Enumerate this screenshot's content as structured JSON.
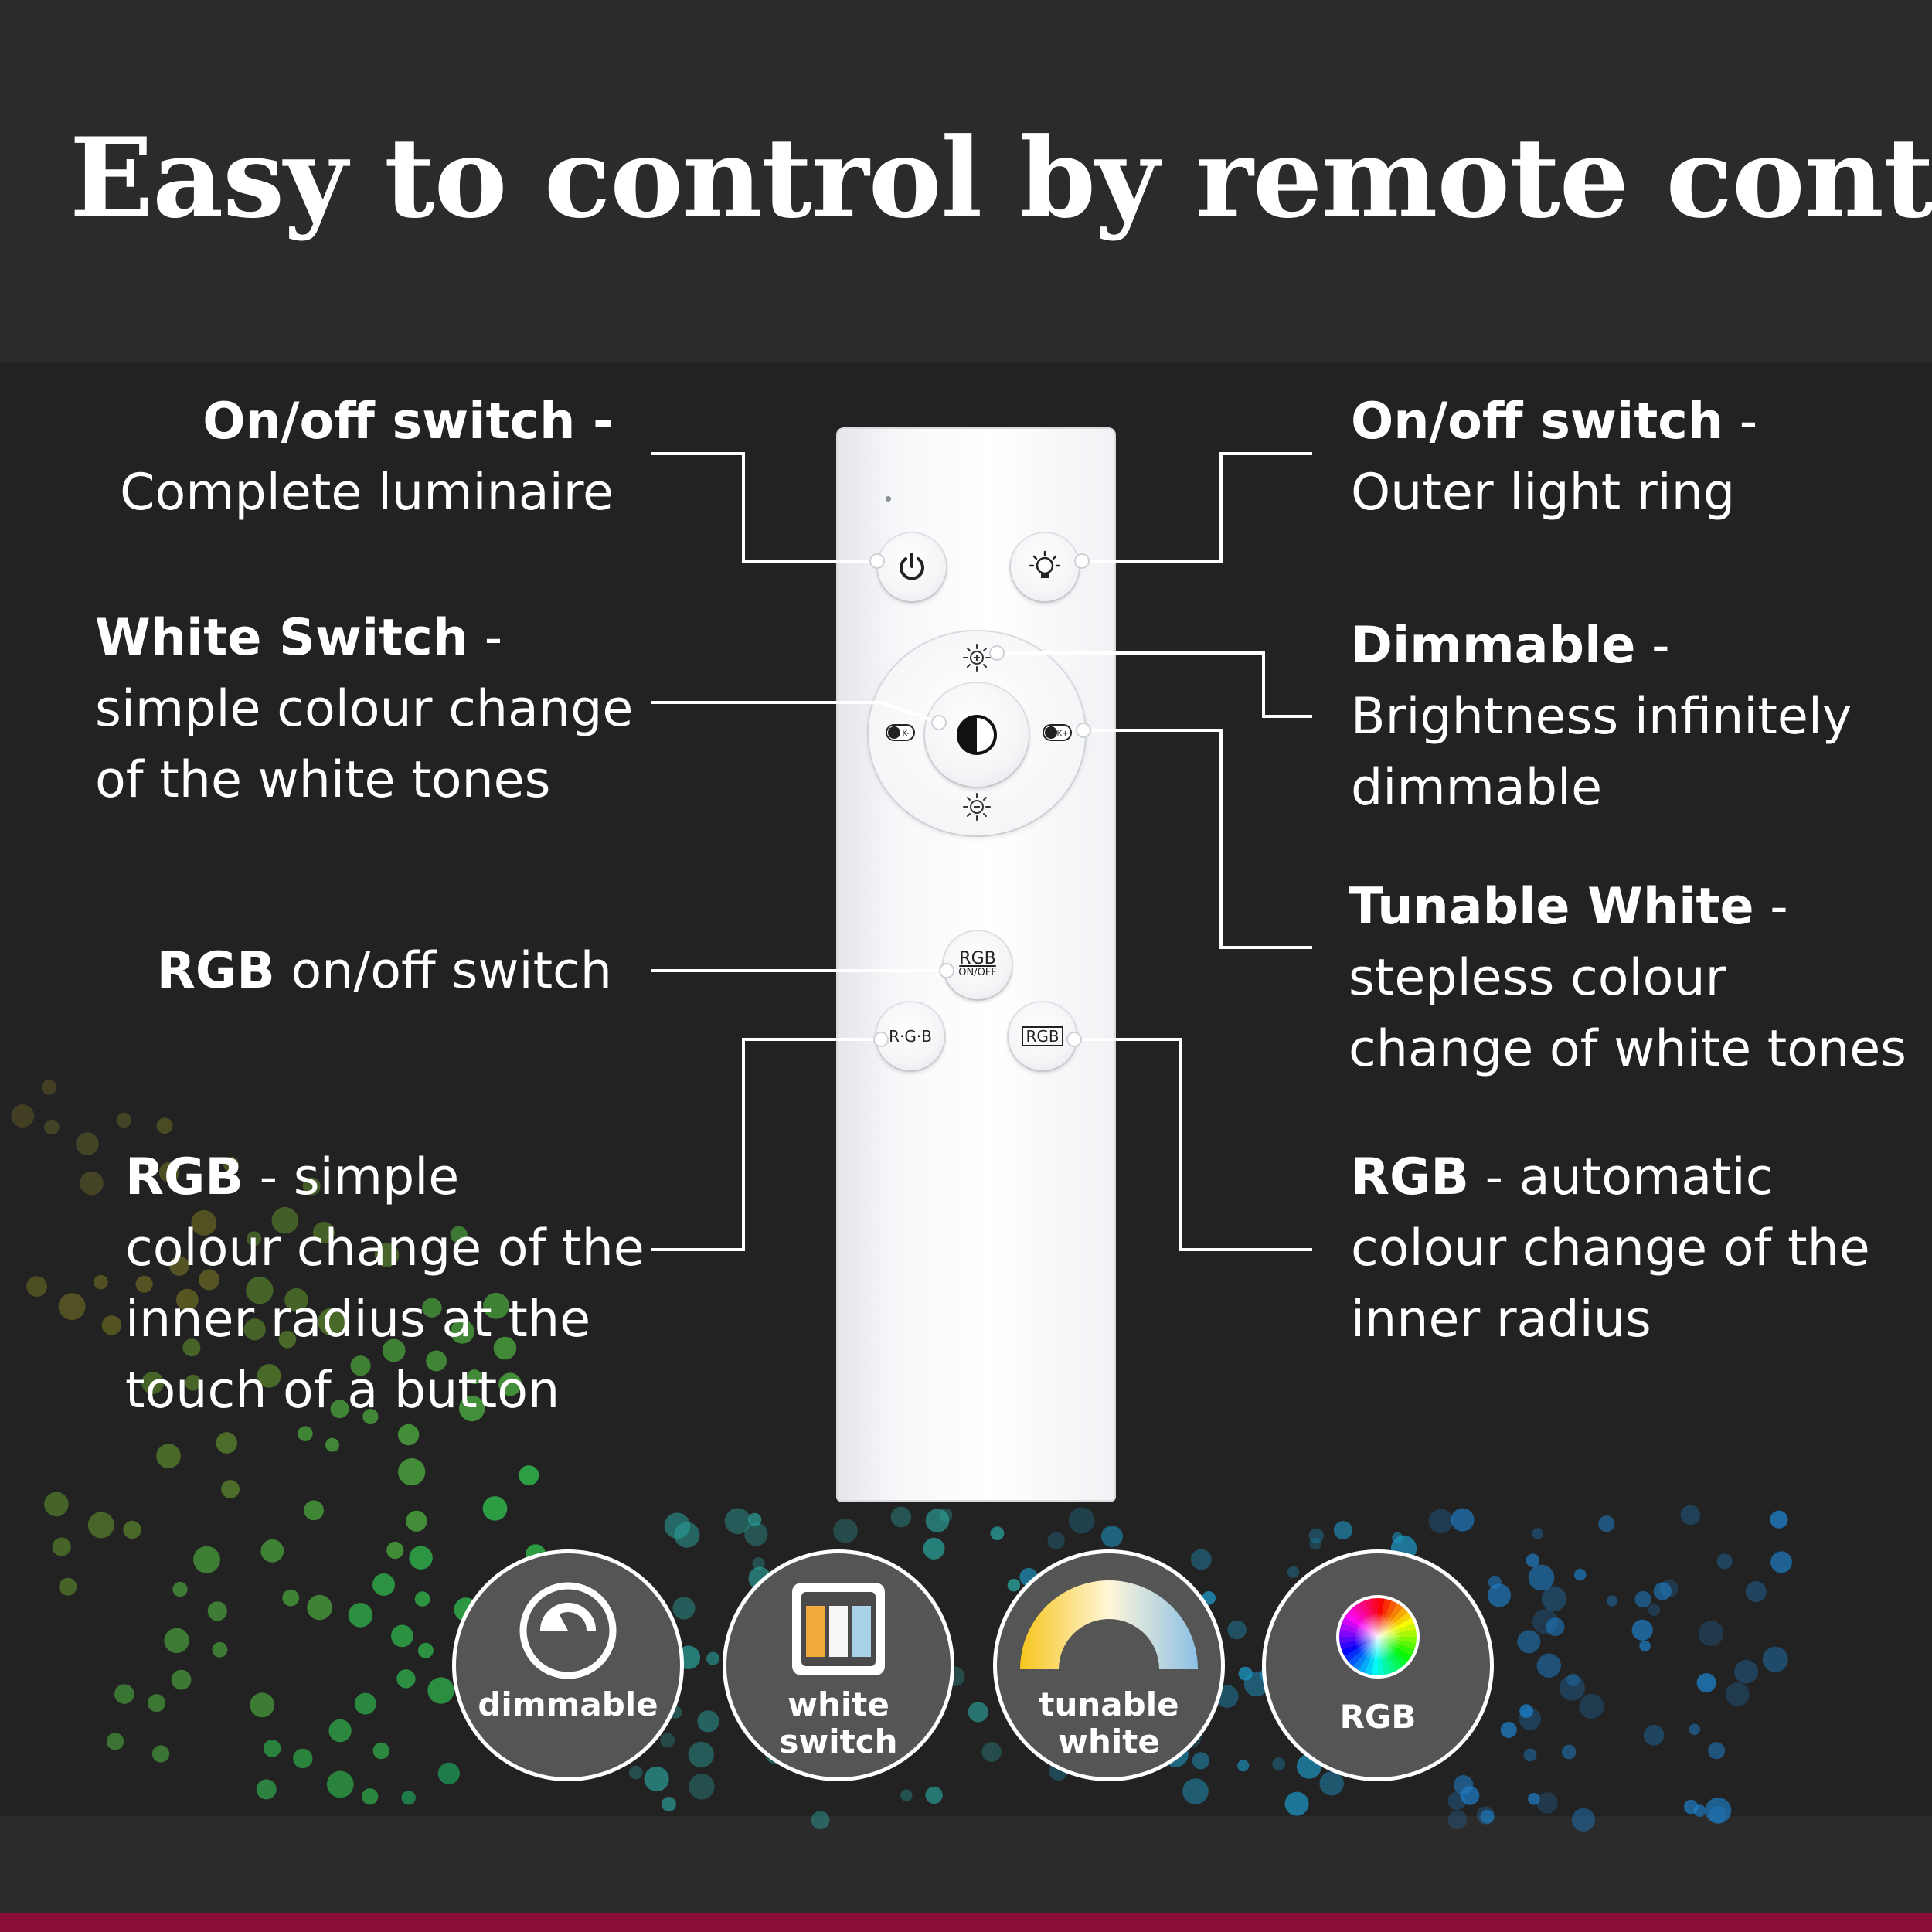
{
  "title": "Easy to control by remote control",
  "labels": {
    "onoff_complete": {
      "bold": "On/off switch -",
      "text": "Complete luminaire"
    },
    "onoff_ring": {
      "bold": "On/off switch",
      "suffix": " -",
      "text": "Outer light ring"
    },
    "white_switch": {
      "bold": "White Switch",
      "suffix": " -",
      "lines": [
        "simple colour change",
        "of the white tones"
      ]
    },
    "dimmable": {
      "bold": "Dimmable",
      "suffix": " -",
      "lines": [
        "Brightness infinitely",
        "dimmable"
      ]
    },
    "tunable_white": {
      "bold": "Tunable White",
      "suffix": " -",
      "lines": [
        "stepless colour",
        "change of white tones"
      ]
    },
    "rgb_onoff": {
      "bold": "RGB",
      "text": " on/off switch"
    },
    "rgb_simple": {
      "bold": "RGB",
      "suffix": " - simple",
      "lines": [
        "colour change of the",
        "inner radius at the",
        "touch of a button"
      ]
    },
    "rgb_auto": {
      "bold": "RGB",
      "suffix": " - automatic",
      "lines": [
        "colour change of the",
        "inner radius"
      ]
    }
  },
  "remote": {
    "rgb_onoff_button": {
      "top": "RGB",
      "bottom": "ON/OFF"
    },
    "rgb_button": "R·G·B",
    "rgb_auto_button": "RGB"
  },
  "features": [
    {
      "label_lines": [
        "dimmable"
      ]
    },
    {
      "label_lines": [
        "white",
        "switch"
      ]
    },
    {
      "label_lines": [
        "tunable",
        "white"
      ]
    },
    {
      "label_lines": [
        "RGB"
      ]
    }
  ],
  "colors": {
    "background": "#232323",
    "band": "#2b2b2b",
    "accent_bar": "#8a0f36",
    "feature_circle": "#555555",
    "text": "#ffffff",
    "leader_line": "#ffffff"
  }
}
